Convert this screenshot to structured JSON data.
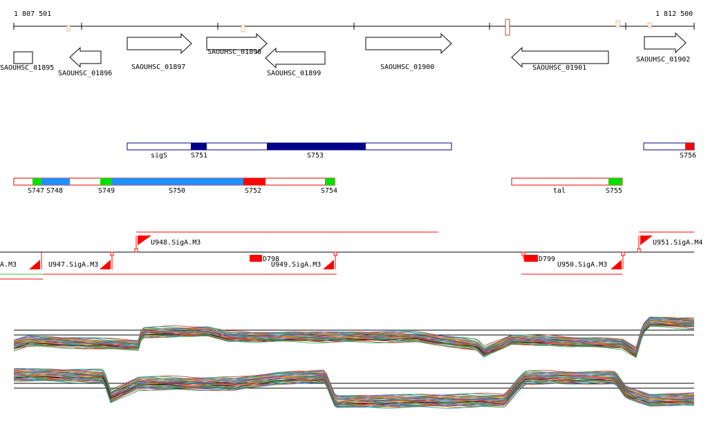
{
  "coordinates": {
    "start": "1 807 501",
    "end": "1 812 500"
  },
  "colors": {
    "gene_outline": "#000000",
    "segment_navy": "#000088",
    "segment_blue": "#1e90ff",
    "segment_green": "#00e000",
    "segment_red": "#ff0000",
    "track_navy": "#000080",
    "track_red": "#ff0000"
  },
  "genes": [
    {
      "label": "SAOUHSC_01895",
      "strand": "+"
    },
    {
      "label": "SAOUHSC_01896",
      "strand": "-"
    },
    {
      "label": "SAOUHSC_01897",
      "strand": "+"
    },
    {
      "label": "SAOUHSC_01898",
      "strand": "+"
    },
    {
      "label": "SAOUHSC_01899",
      "strand": "-"
    },
    {
      "label": "SAOUHSC_01900",
      "strand": "+"
    },
    {
      "label": "SAOUHSC_01901",
      "strand": "-"
    },
    {
      "label": "SAOUHSC_01902",
      "strand": "+"
    }
  ],
  "segments_forward": [
    {
      "label": "sigS",
      "color": "none"
    },
    {
      "label": "S751",
      "color": "navy"
    },
    {
      "label": "S753",
      "color": "navy"
    },
    {
      "label": "S756",
      "color": "red"
    }
  ],
  "segments_reverse": [
    {
      "label": "S747",
      "color": "green"
    },
    {
      "label": "S748",
      "color": "blue"
    },
    {
      "label": "S749",
      "color": "green"
    },
    {
      "label": "S750",
      "color": "blue"
    },
    {
      "label": "S752",
      "color": "red"
    },
    {
      "label": "S754",
      "color": "green"
    },
    {
      "label": "tal",
      "color": "none"
    },
    {
      "label": "S755",
      "color": "green"
    }
  ],
  "promoters": [
    {
      "label": "A.M3"
    },
    {
      "label": "U947.SigA.M3"
    },
    {
      "label": "U948.SigA.M3"
    },
    {
      "label": "U949.SigA.M3"
    },
    {
      "label": "U950.SigA.M3"
    },
    {
      "label": "U951.SigA.M4"
    }
  ],
  "downregulated": [
    {
      "label": "D798"
    },
    {
      "label": "D799"
    }
  ],
  "expression_panels": [
    {
      "name": "forward-strand-expression"
    },
    {
      "name": "reverse-strand-expression"
    }
  ]
}
